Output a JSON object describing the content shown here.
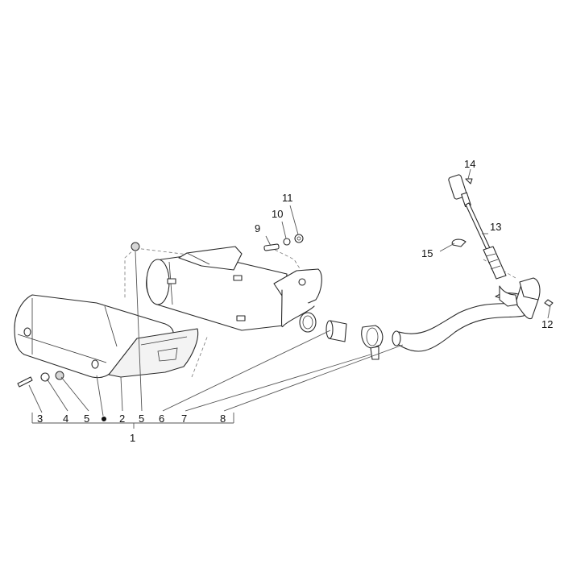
{
  "callouts": {
    "c1": "1",
    "c2": "2",
    "c3": "3",
    "c4": "4",
    "c5a": "5",
    "c5b": "5",
    "c6": "6",
    "c7": "7",
    "c8": "8",
    "c9": "9",
    "c10": "10",
    "c11": "11",
    "c12": "12",
    "c13": "13",
    "c14": "14",
    "c15": "15"
  },
  "colors": {
    "line": "#2a2a2a",
    "background": "#ffffff"
  }
}
